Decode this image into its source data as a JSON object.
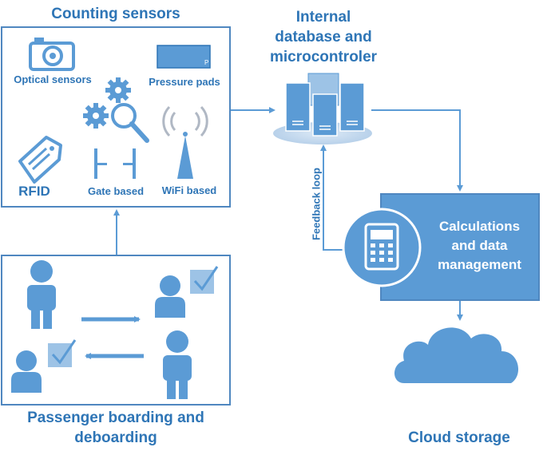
{
  "sections": {
    "counting_sensors_title": "Counting sensors",
    "database_title_line1": "Internal",
    "database_title_line2": "database and",
    "database_title_line3": "microcontroler",
    "passenger_title_line1": "Passenger boarding and",
    "passenger_title_line2": "deboarding",
    "cloud_title": "Cloud storage"
  },
  "sensors": {
    "optical": "Optical sensors",
    "pressure": "Pressure pads",
    "pressure_pad_mark": "P",
    "rfid": "RFID",
    "gate": "Gate based",
    "wifi": "WiFi based"
  },
  "feedback_label": "Feedback loop",
  "calc": {
    "line1": "Calculations",
    "line2": "and data",
    "line3": "management"
  },
  "colors": {
    "primary": "#2e75b6",
    "icon_fill": "#5b9bd5",
    "border": "#4f87c0"
  }
}
